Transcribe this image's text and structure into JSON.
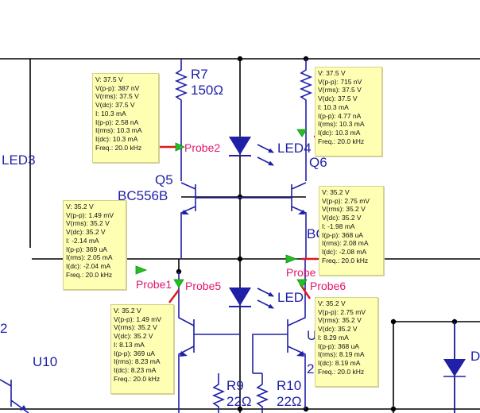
{
  "components": {
    "r7": {
      "name": "R7",
      "value": "150Ω"
    },
    "r9": {
      "name": "R9",
      "value": "22Ω"
    },
    "r10": {
      "name": "R10",
      "value": "22Ω"
    },
    "q5": {
      "name": "Q5",
      "part": "BC556B"
    },
    "q6": {
      "name": "Q6"
    },
    "q_right_partial": "BC",
    "q_lower_right_partial": "U",
    "q_lower_right_value_partial": "2",
    "led3": "LED3",
    "led4": "LED4",
    "led_lower_partial": "LED",
    "u10": "U10",
    "d_partial": "D",
    "left_partial": "2"
  },
  "probes": {
    "probe1": "Probe1",
    "probe2": "Probe2",
    "probe5": "Probe5",
    "probe6": "Probe6",
    "probe_right": "Probe"
  },
  "tooltips": {
    "probe2": [
      "V: 37.5 V",
      "V(p-p): 387 nV",
      "V(rms): 37.5 V",
      "V(dc): 37.5 V",
      "I: 10.3 mA",
      "I(p-p): 2.58 nA",
      "I(rms): 10.3 mA",
      "I(dc): 10.3 mA",
      "Freq.: 20.0 kHz"
    ],
    "q6_top": [
      "V: 37.5 V",
      "V(p-p): 715 nV",
      "V(rms): 37.5 V",
      "V(dc): 37.5 V",
      "I: 10.3 mA",
      "I(p-p): 4.77 nA",
      "I(rms): 10.3 mA",
      "I(dc): 10.3 mA",
      "Freq.: 20.0 kHz"
    ],
    "probe1": [
      "V: 35.2 V",
      "V(p-p): 1.49 mV",
      "V(rms): 35.2 V",
      "V(dc): 35.2 V",
      "I: -2.14 mA",
      "I(p-p): 369 uA",
      "I(rms): 2.05 mA",
      "I(dc): -2.04 mA",
      "Freq.: 20.0 kHz"
    ],
    "probe_right": [
      "V: 35.2 V",
      "V(p-p): 2.75 mV",
      "V(rms): 35.2 V",
      "V(dc): 35.2 V",
      "I: -1.98 mA",
      "I(p-p): 368 uA",
      "I(rms): 2.08 mA",
      "I(dc): -2.08 mA",
      "Freq.: 20.0 kHz"
    ],
    "probe5": [
      "V: 35.2 V",
      "V(p-p): 1.49 mV",
      "V(rms): 35.2 V",
      "V(dc): 35.2 V",
      "I: 8.13 mA",
      "I(p-p): 369 uA",
      "I(rms): 8.23 mA",
      "I(dc): 8.23 mA",
      "Freq.: 20.0 kHz"
    ],
    "probe6": [
      "V: 35.2 V",
      "V(p-p): 2.75 mV",
      "V(rms): 35.2 V",
      "V(dc): 35.2 V",
      "I: 8.29 mA",
      "I(p-p): 368 uA",
      "I(rms): 8.19 mA",
      "I(dc): 8.19 mA",
      "Freq.: 20.0 kHz"
    ]
  },
  "colors": {
    "wire": "#000000",
    "component": "#1f1fa8",
    "probe_label": "#e0186c",
    "probe_arrow": "#22c022",
    "probe_lead": "#e01818",
    "tooltip_bg": "#ffffb4"
  }
}
